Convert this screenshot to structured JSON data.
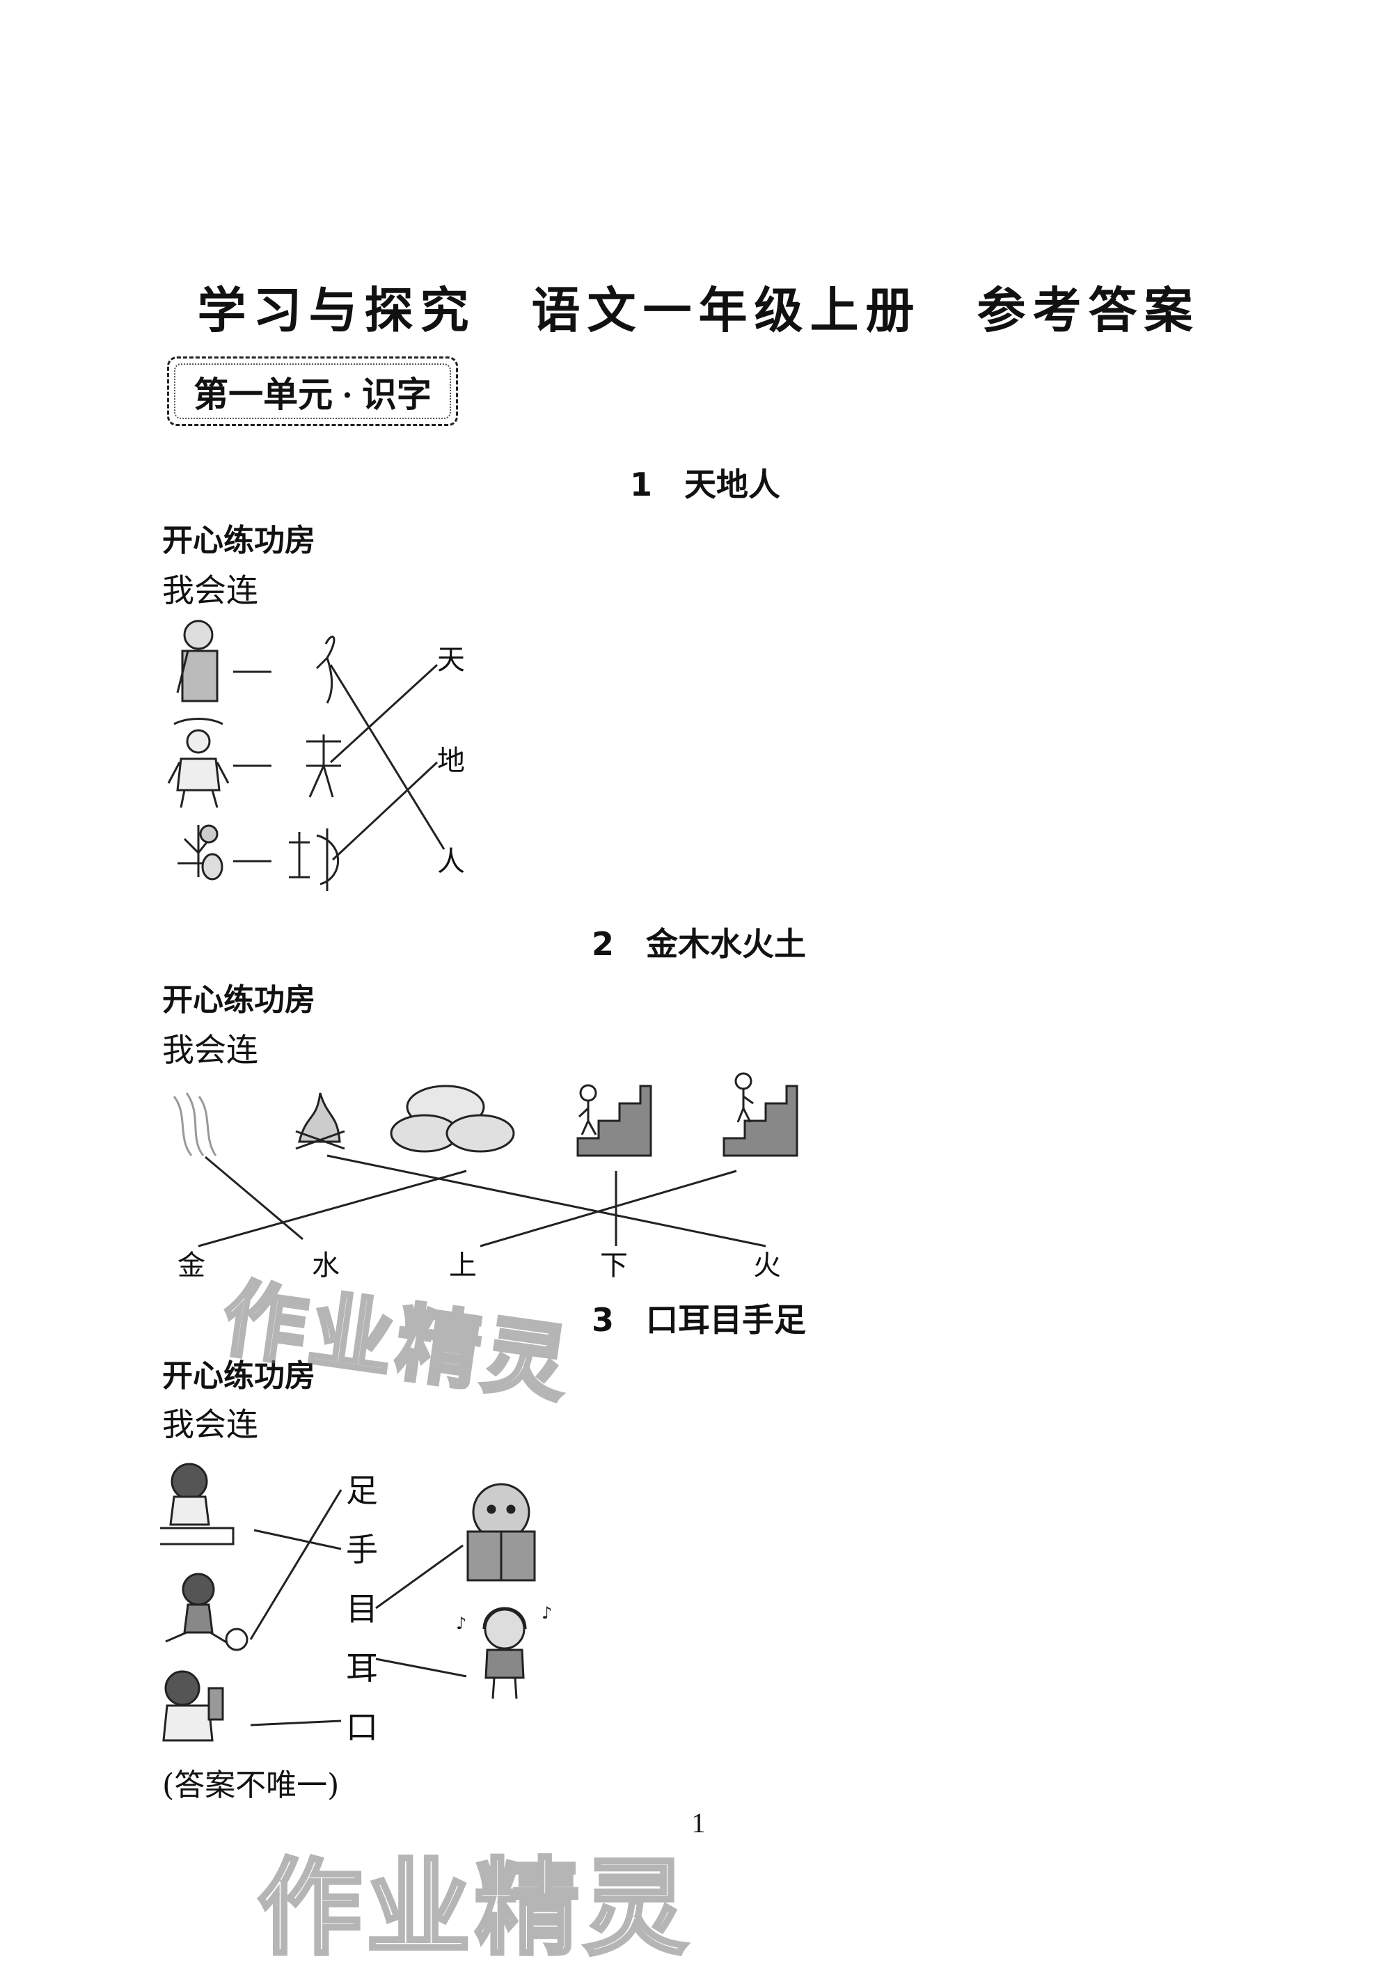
{
  "main_title": "学习与探究　语文一年级上册　参考答案",
  "unit_title": "第一单元 · 识字",
  "lessons": [
    {
      "heading": "1　天地人",
      "section": "开心练功房",
      "task": "我会连",
      "answer_chars": [
        "天",
        "地",
        "人"
      ]
    },
    {
      "heading": "2　金木水火土",
      "section": "开心练功房",
      "task": "我会连",
      "answer_chars": [
        "金",
        "水",
        "上",
        "下",
        "火"
      ]
    },
    {
      "heading": "3　口耳目手足",
      "section": "开心练功房",
      "task": "我会连",
      "answer_chars": [
        "足",
        "手",
        "目",
        "耳",
        "口"
      ],
      "note": "(答案不唯一)"
    }
  ],
  "page_number": "1",
  "watermark_text": "作业精灵"
}
